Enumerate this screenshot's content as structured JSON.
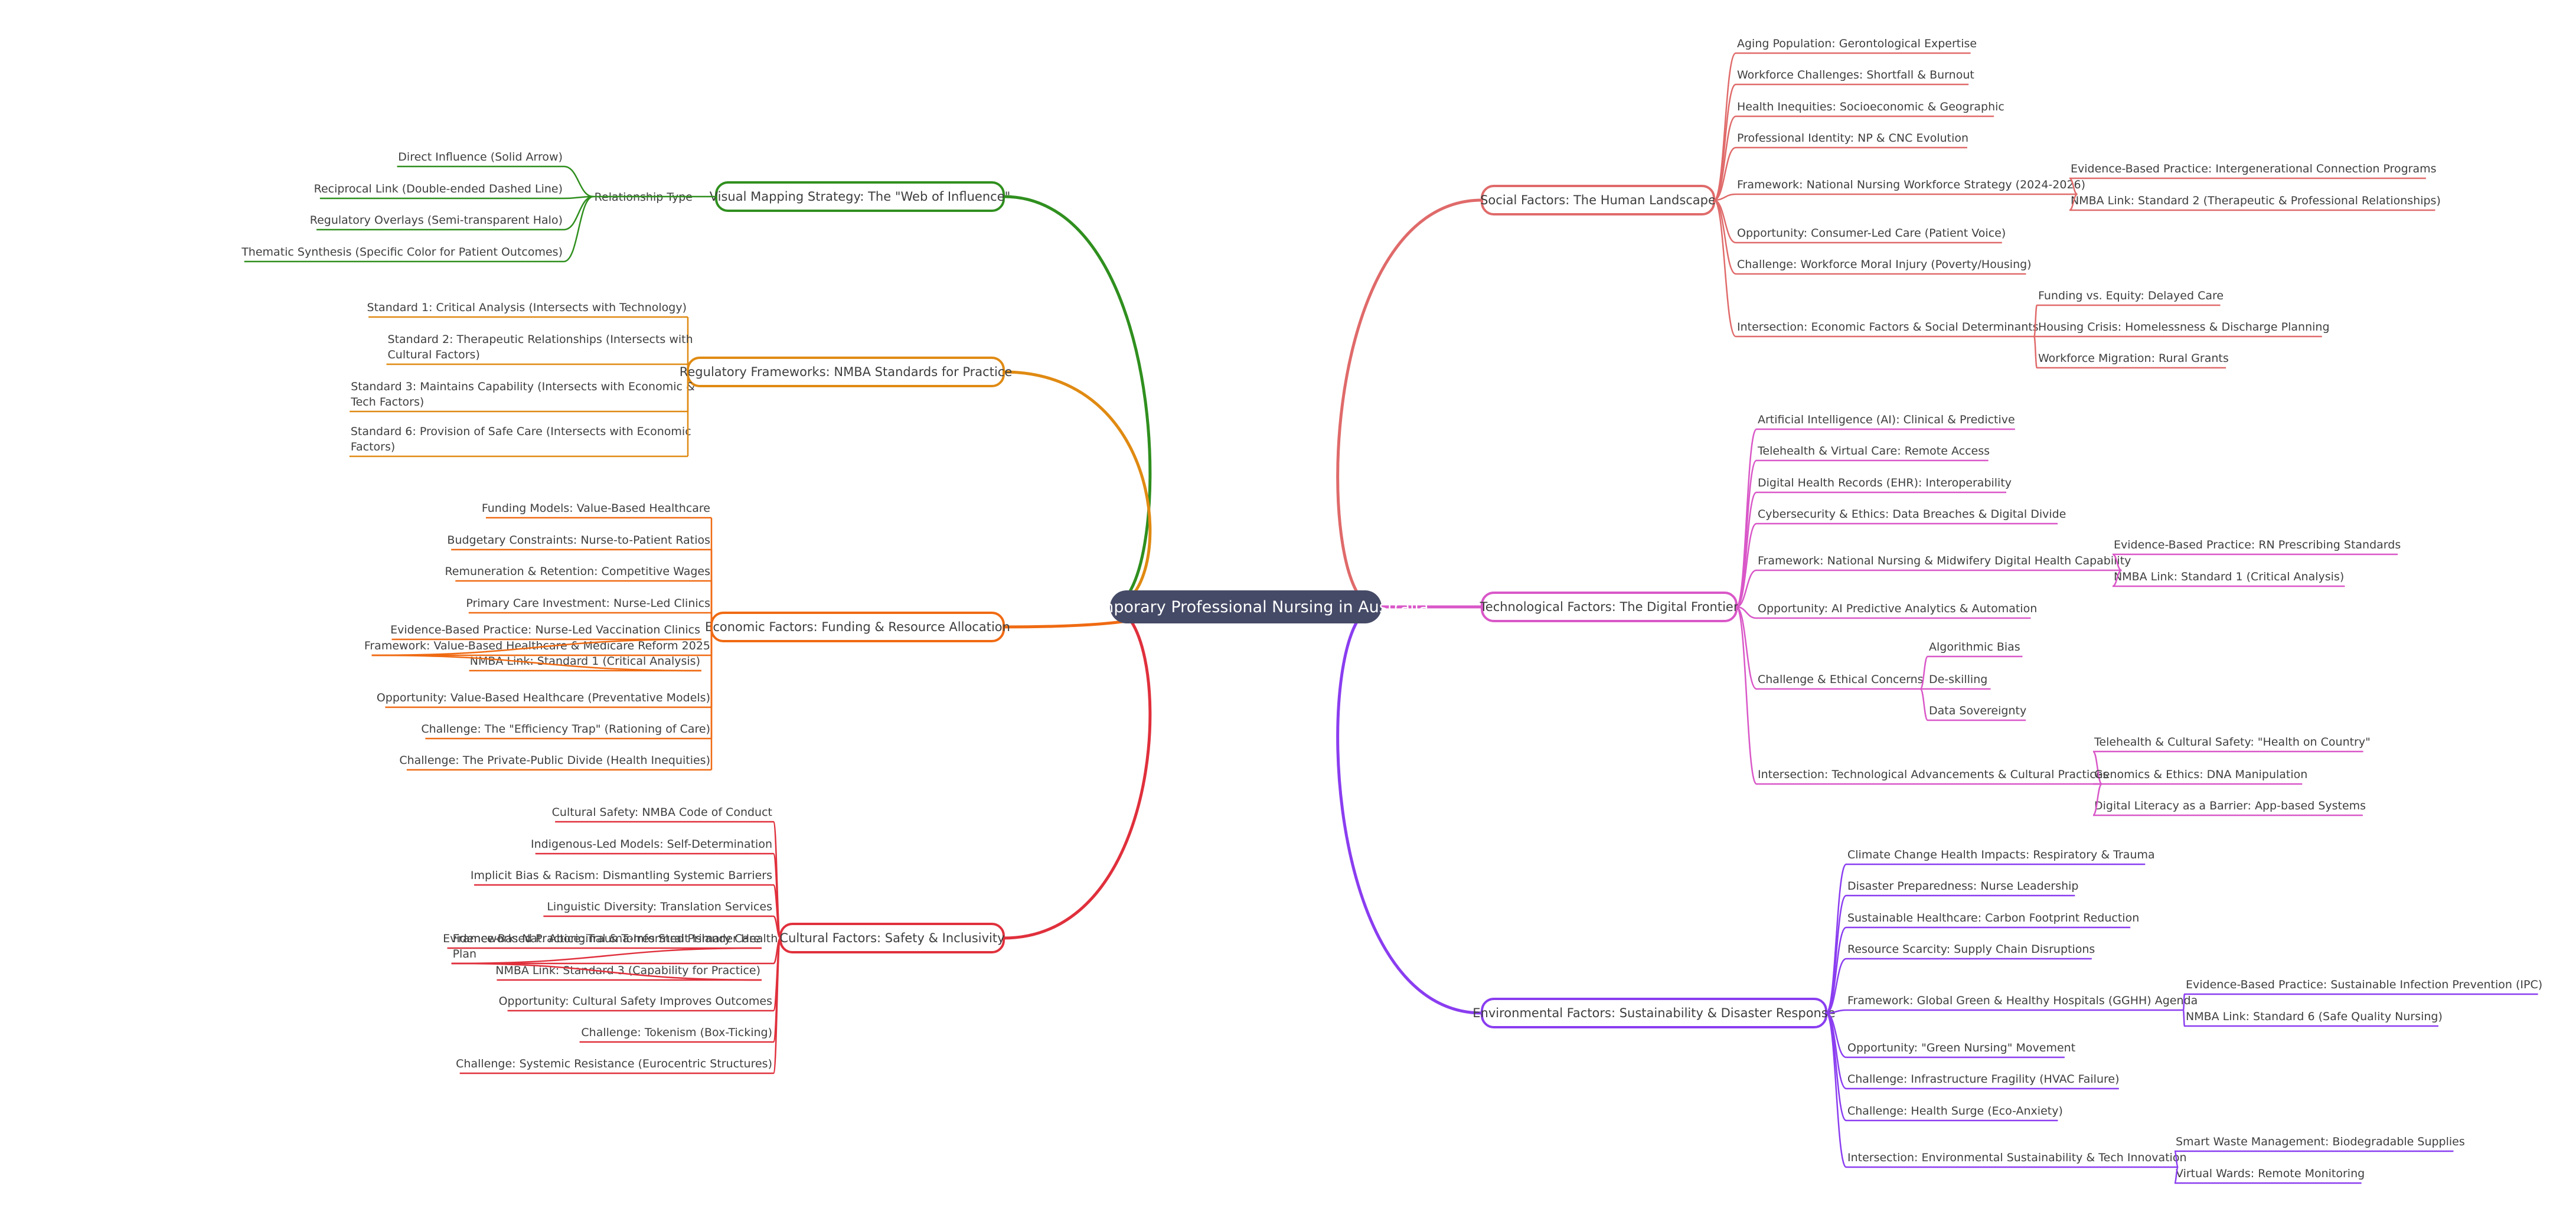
{
  "center": {
    "label": "Contemporary Professional Nursing in Australia"
  },
  "branches": [
    {
      "id": "visual",
      "side": "left",
      "color": "#2f8f1e",
      "label": "Visual Mapping Strategy: The \"Web of Influence\"",
      "children": [
        {
          "label": "Relationship Type",
          "children": [
            {
              "label": "Direct Influence (Solid Arrow)"
            },
            {
              "label": "Reciprocal Link (Double-ended Dashed Line)"
            },
            {
              "label": "Regulatory Overlays (Semi-transparent Halo)"
            },
            {
              "label": "Thematic Synthesis (Specific Color for Patient Outcomes)"
            }
          ]
        }
      ]
    },
    {
      "id": "regulatory",
      "side": "left",
      "color": "#e08a12",
      "label": "Regulatory Frameworks: NMBA Standards for Practice",
      "children": [
        {
          "label": "Standard 1: Critical Analysis (Intersects with Technology)"
        },
        {
          "label": "Standard 2: Therapeutic Relationships (Intersects with Cultural Factors)"
        },
        {
          "label": "Standard 3: Maintains Capability (Intersects with Economic & Tech Factors)"
        },
        {
          "label": "Standard 6: Provision of Safe Care (Intersects with Economic Factors)"
        }
      ]
    },
    {
      "id": "economic",
      "side": "left",
      "color": "#f06a12",
      "label": "Economic Factors: Funding & Resource Allocation",
      "children": [
        {
          "label": "Funding Models: Value-Based Healthcare"
        },
        {
          "label": "Budgetary Constraints: Nurse-to-Patient Ratios"
        },
        {
          "label": "Remuneration & Retention: Competitive Wages"
        },
        {
          "label": "Primary Care Investment: Nurse-Led Clinics"
        },
        {
          "label": "Framework: Value-Based Healthcare & Medicare Reform 2025",
          "children": [
            {
              "label": "Evidence-Based Practice: Nurse-Led Vaccination Clinics"
            },
            {
              "label": "NMBA Link: Standard 1 (Critical Analysis)"
            }
          ]
        },
        {
          "label": "Opportunity: Value-Based Healthcare (Preventative Models)"
        },
        {
          "label": "Challenge: The \"Efficiency Trap\" (Rationing of Care)"
        },
        {
          "label": "Challenge: The Private-Public Divide (Health Inequities)"
        }
      ]
    },
    {
      "id": "cultural",
      "side": "left",
      "color": "#e0303c",
      "label": "Cultural Factors: Safety & Inclusivity",
      "children": [
        {
          "label": "Cultural Safety: NMBA Code of Conduct"
        },
        {
          "label": "Indigenous-Led Models: Self-Determination"
        },
        {
          "label": "Implicit Bias & Racism: Dismantling Systemic Barriers"
        },
        {
          "label": "Linguistic Diversity: Translation Services"
        },
        {
          "label": "Framework: Nat. Aboriginal & Torres Strait Islander Health Plan",
          "children": [
            {
              "label": "Evidence-Based Practice: Trauma-Informed Primary Care"
            },
            {
              "label": "NMBA Link: Standard 3 (Capability for Practice)"
            }
          ]
        },
        {
          "label": "Opportunity: Cultural Safety Improves Outcomes"
        },
        {
          "label": "Challenge: Tokenism (Box-Ticking)"
        },
        {
          "label": "Challenge: Systemic Resistance (Eurocentric Structures)"
        }
      ]
    },
    {
      "id": "social",
      "side": "right",
      "color": "#e06a6a",
      "label": "Social Factors: The Human Landscape",
      "children": [
        {
          "label": "Aging Population: Gerontological Expertise"
        },
        {
          "label": "Workforce Challenges: Shortfall & Burnout"
        },
        {
          "label": "Health Inequities: Socioeconomic & Geographic"
        },
        {
          "label": "Professional Identity: NP & CNC Evolution"
        },
        {
          "label": "Framework: National Nursing Workforce Strategy (2024-2026)",
          "children": [
            {
              "label": "Evidence-Based Practice: Intergenerational Connection Programs"
            },
            {
              "label": "NMBA Link: Standard 2 (Therapeutic & Professional Relationships)"
            }
          ]
        },
        {
          "label": "Opportunity: Consumer-Led Care (Patient Voice)"
        },
        {
          "label": "Challenge: Workforce Moral Injury (Poverty/Housing)"
        },
        {
          "label": "Intersection: Economic Factors & Social Determinants",
          "children": [
            {
              "label": "Funding vs. Equity: Delayed Care"
            },
            {
              "label": "Housing Crisis: Homelessness & Discharge Planning"
            },
            {
              "label": "Workforce Migration: Rural Grants"
            }
          ]
        }
      ]
    },
    {
      "id": "technological",
      "side": "right",
      "color": "#d957c8",
      "label": "Technological Factors: The Digital Frontier",
      "children": [
        {
          "label": "Artificial Intelligence (AI): Clinical & Predictive"
        },
        {
          "label": "Telehealth & Virtual Care: Remote Access"
        },
        {
          "label": "Digital Health Records (EHR): Interoperability"
        },
        {
          "label": "Cybersecurity & Ethics: Data Breaches & Digital Divide"
        },
        {
          "label": "Framework: National Nursing & Midwifery Digital Health Capability",
          "children": [
            {
              "label": "Evidence-Based Practice: RN Prescribing Standards"
            },
            {
              "label": "NMBA Link: Standard 1 (Critical Analysis)"
            }
          ]
        },
        {
          "label": "Opportunity: AI Predictive Analytics & Automation"
        },
        {
          "label": "Challenge & Ethical Concerns",
          "children": [
            {
              "label": "Algorithmic Bias"
            },
            {
              "label": "De-skilling"
            },
            {
              "label": "Data Sovereignty"
            }
          ]
        },
        {
          "label": "Intersection: Technological Advancements & Cultural Practices",
          "children": [
            {
              "label": "Telehealth & Cultural Safety: \"Health on Country\""
            },
            {
              "label": "Genomics & Ethics: DNA Manipulation"
            },
            {
              "label": "Digital Literacy as a Barrier: App-based Systems"
            }
          ]
        }
      ]
    },
    {
      "id": "environmental",
      "side": "right",
      "color": "#8a3df0",
      "label": "Environmental Factors: Sustainability & Disaster Response",
      "children": [
        {
          "label": "Climate Change Health Impacts: Respiratory & Trauma"
        },
        {
          "label": "Disaster Preparedness: Nurse Leadership"
        },
        {
          "label": "Sustainable Healthcare: Carbon Footprint Reduction"
        },
        {
          "label": "Resource Scarcity: Supply Chain Disruptions"
        },
        {
          "label": "Framework: Global Green & Healthy Hospitals (GGHH) Agenda",
          "children": [
            {
              "label": "Evidence-Based Practice: Sustainable Infection Prevention (IPC)"
            },
            {
              "label": "NMBA Link: Standard 6 (Safe Quality Nursing)"
            }
          ]
        },
        {
          "label": "Opportunity: \"Green Nursing\" Movement"
        },
        {
          "label": "Challenge: Infrastructure Fragility (HVAC Failure)"
        },
        {
          "label": "Challenge: Health Surge (Eco-Anxiety)"
        },
        {
          "label": "Intersection: Environmental Sustainability & Tech Innovation",
          "children": [
            {
              "label": "Smart Waste Management: Biodegradable Supplies"
            },
            {
              "label": "Virtual Wards: Remote Monitoring"
            }
          ]
        }
      ]
    }
  ]
}
